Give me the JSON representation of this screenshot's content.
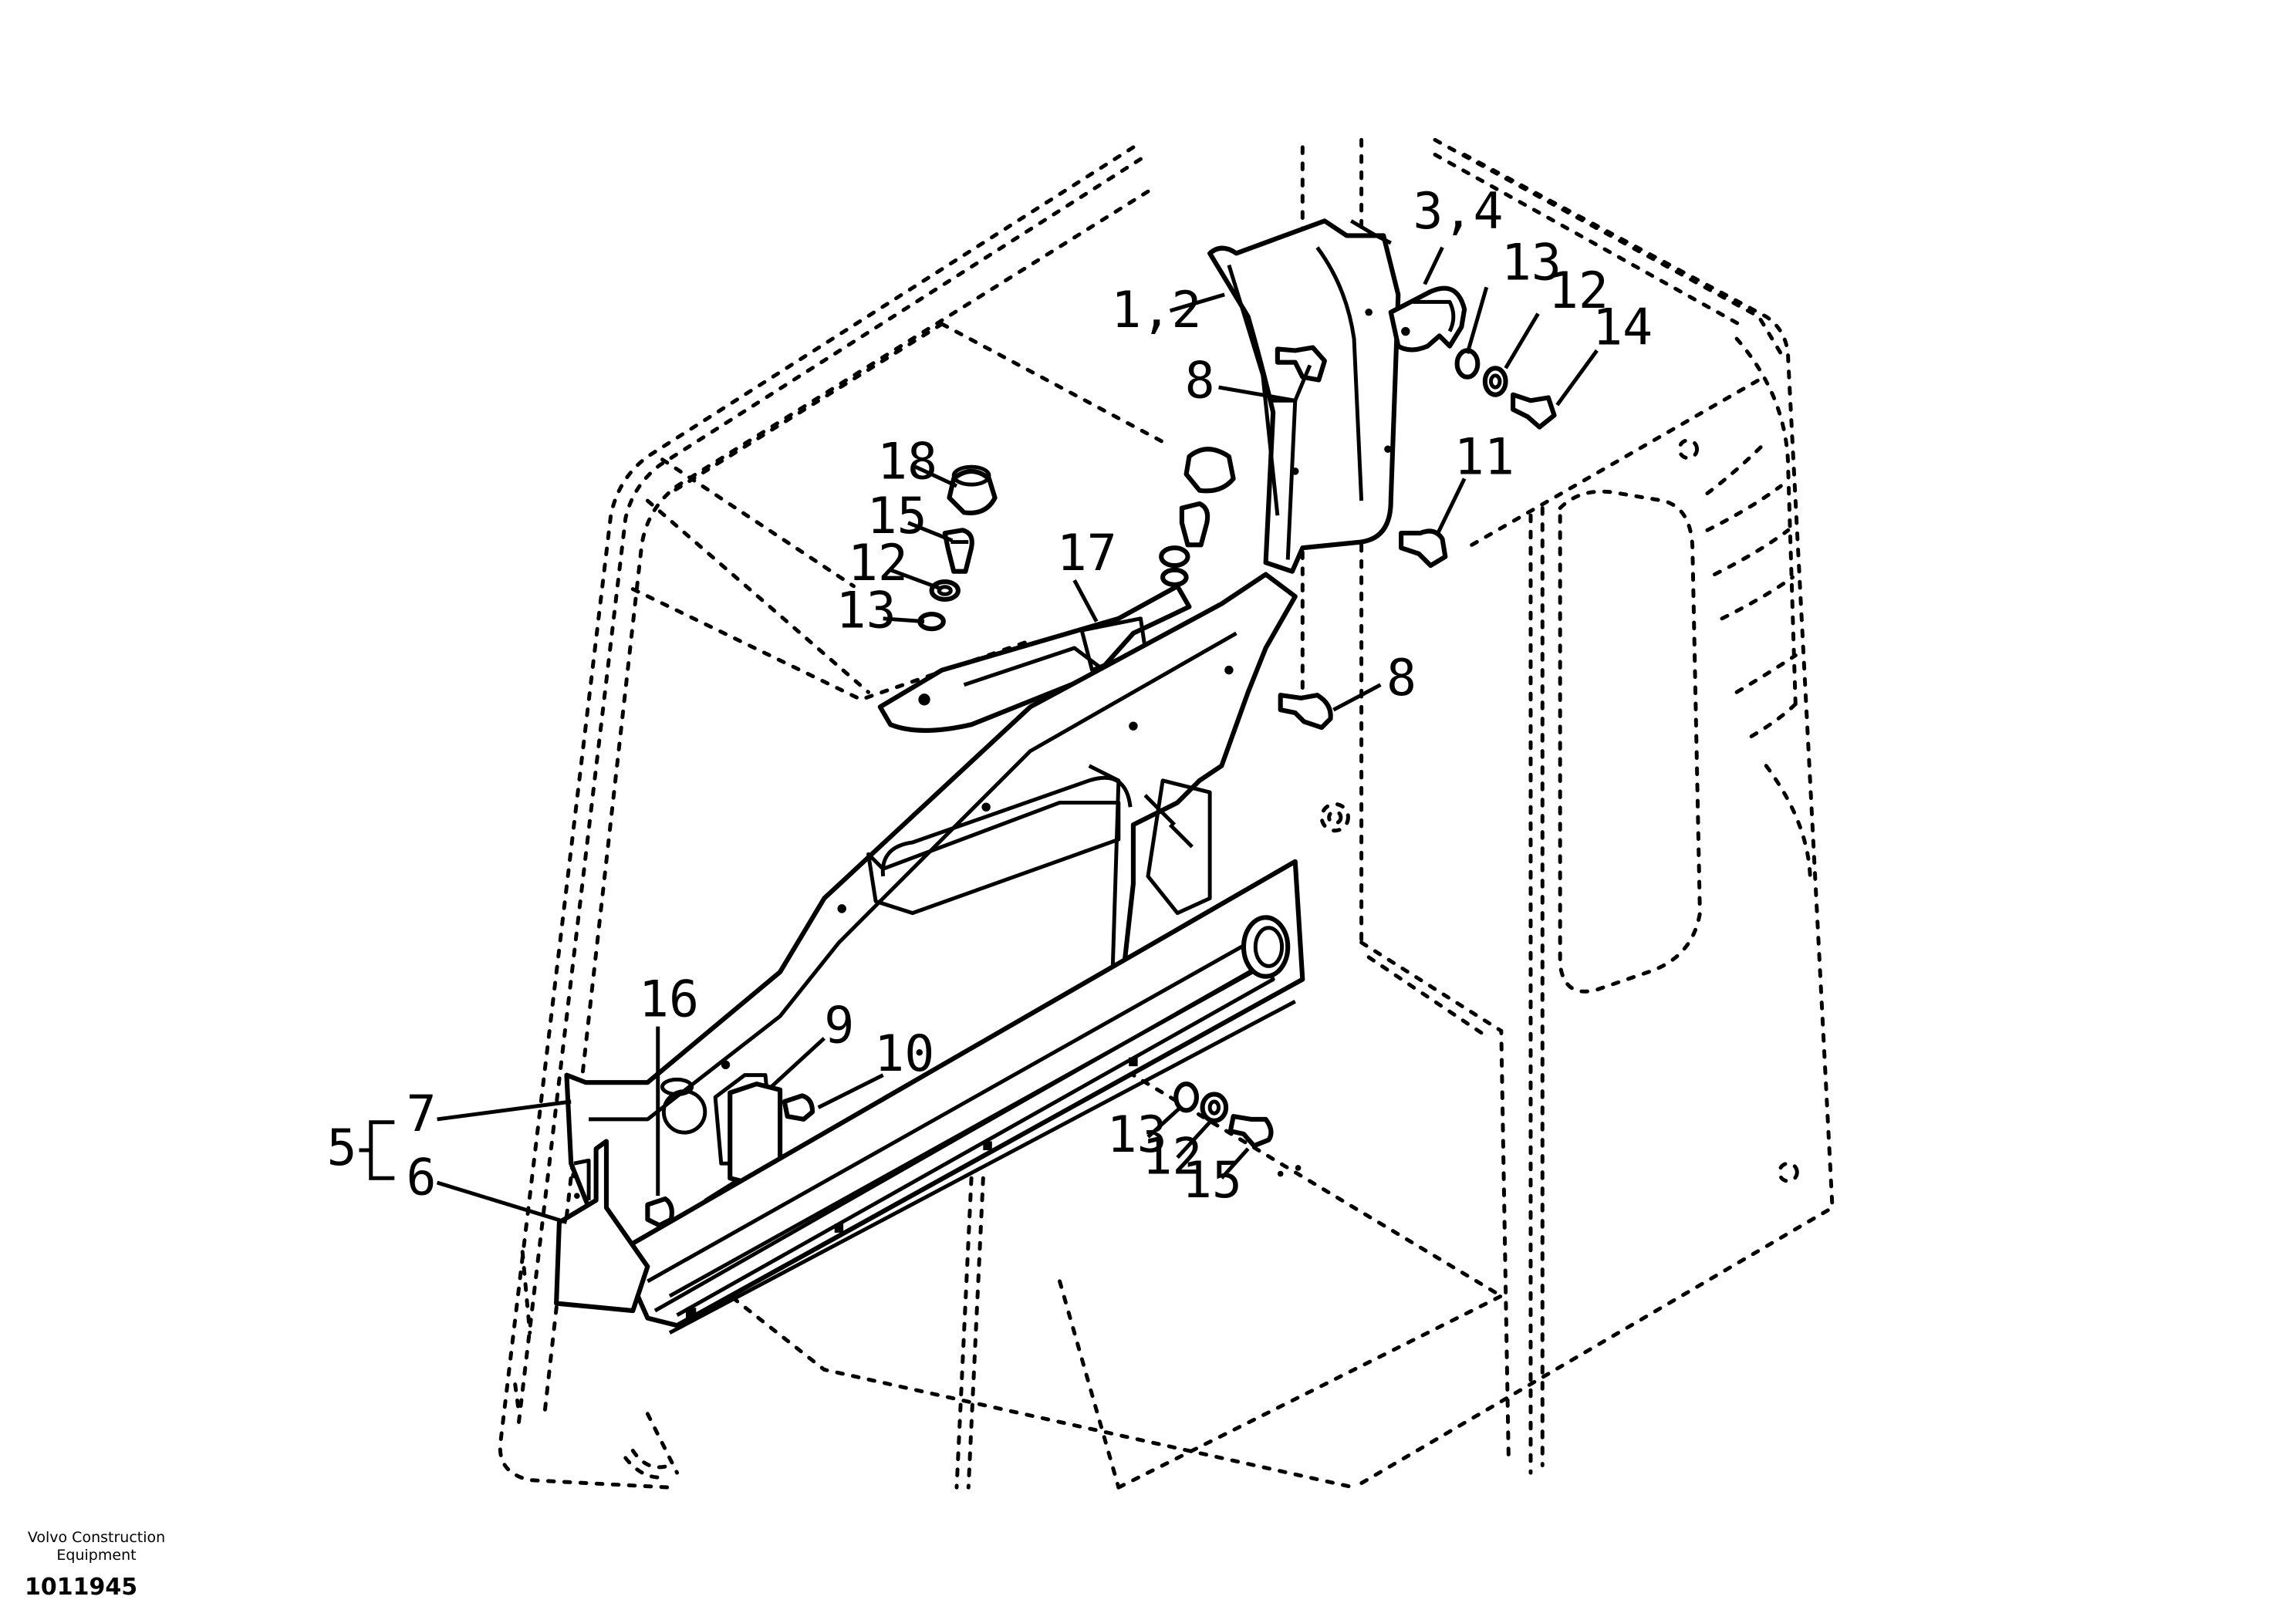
{
  "callouts": {
    "c1": "1,2",
    "c2": "3,4",
    "c3": "13",
    "c4": "12",
    "c5": "14",
    "c6": "8",
    "c7": "11",
    "c8": "18",
    "c9": "15",
    "c10": "12",
    "c11": "13",
    "c12": "17",
    "c13": "8",
    "c14": "16",
    "c15": "9",
    "c16": "10",
    "c17": "7",
    "c18": "5",
    "c19": "6",
    "c20": "13",
    "c21": "12",
    "c22": "15"
  },
  "footer": {
    "brand_line1": "Volvo Construction",
    "brand_line2": "Equipment",
    "figure_number": "1011945"
  }
}
